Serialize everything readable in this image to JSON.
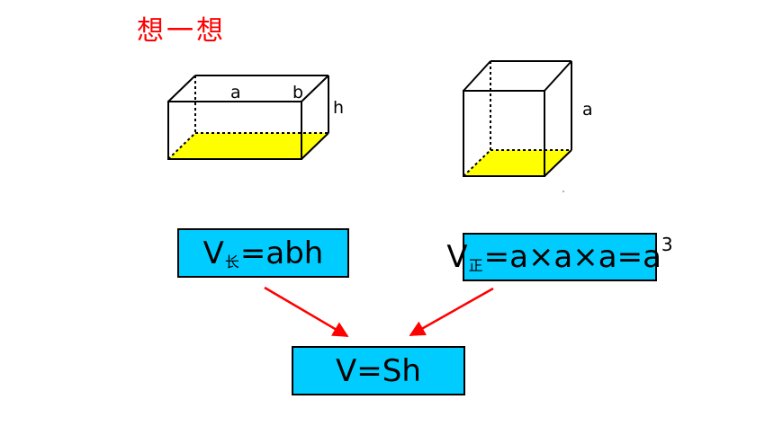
{
  "header": {
    "title": "想一想"
  },
  "colors": {
    "title": "#ff0000",
    "base_fill": "#ffff00",
    "box_fill": "#00ccff",
    "arrow": "#ff0000"
  },
  "rect_prism": {
    "label_a": "a",
    "label_b": "b",
    "label_h": "h"
  },
  "cube": {
    "label_a": "a"
  },
  "formulas": {
    "rect": {
      "v": "V",
      "sub": "长",
      "rest": "=abh"
    },
    "cube": {
      "v": "V",
      "sub": "正",
      "rest": "=a×a×a=a",
      "sup": "3"
    },
    "general": {
      "text": "V=Sh"
    }
  }
}
